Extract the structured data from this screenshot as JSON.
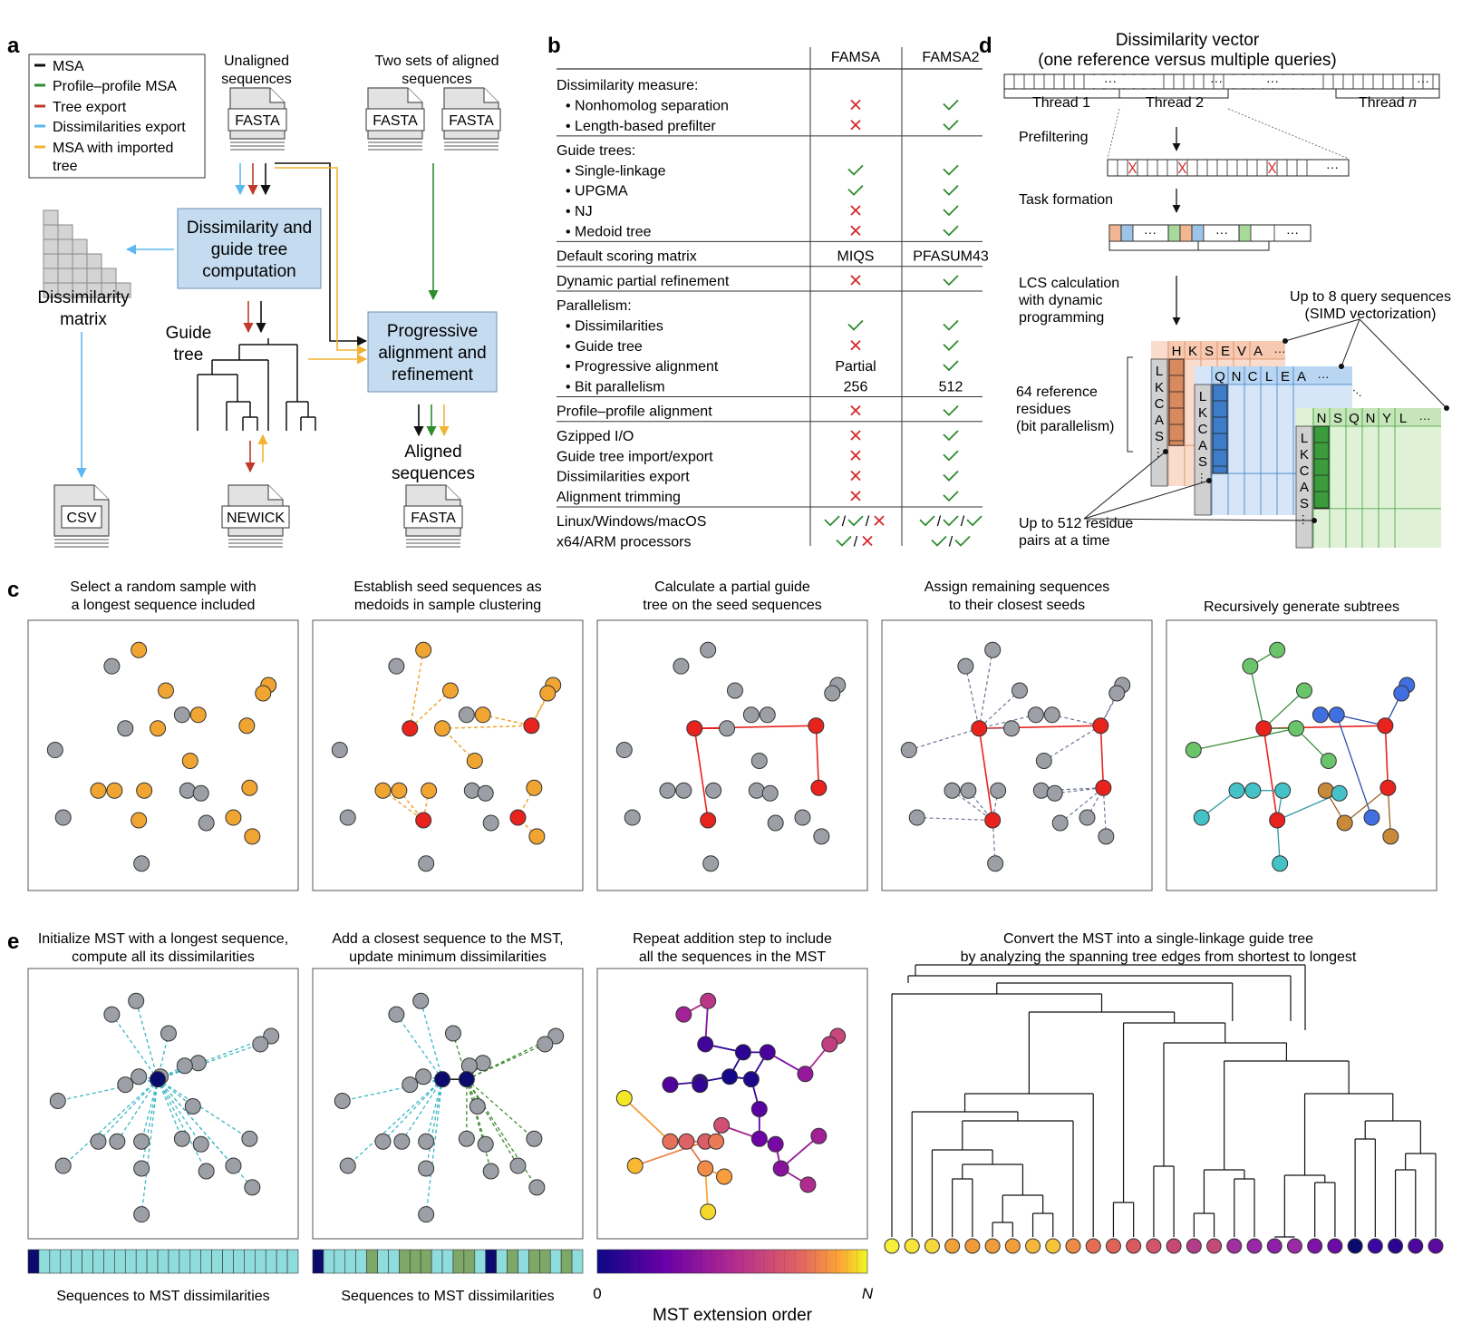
{
  "panel_letters": {
    "a": "a",
    "b": "b",
    "c": "c",
    "d": "d",
    "e": "e"
  },
  "colors": {
    "msa": "#111111",
    "profile": "#2e8b2e",
    "tree": "#c0392b",
    "dissim": "#5bb8f0",
    "imported": "#f2b233",
    "cross": "#d62728",
    "check": "#2e8b2e",
    "gray_node": "#9ca0a6",
    "orange_node": "#f0a532",
    "seed": "#e8231e",
    "teal": "#4fc3cf",
    "navy": "#0b0b6e",
    "box_blue": "#c5dcf0"
  },
  "panel_a": {
    "legend": [
      {
        "label": "MSA",
        "color": "msa"
      },
      {
        "label": "Profile–profile MSA",
        "color": "profile"
      },
      {
        "label": "Tree export",
        "color": "tree"
      },
      {
        "label": "Dissimilarities export",
        "color": "dissim"
      },
      {
        "label": "MSA with imported",
        "label2": "tree",
        "color": "imported"
      }
    ],
    "unaligned": [
      "Unaligned",
      "sequences"
    ],
    "two_sets": [
      "Two sets of aligned",
      "sequences"
    ],
    "fasta": "FASTA",
    "dissim_box": [
      "Dissimilarity and",
      "guide tree",
      "computation"
    ],
    "dissim_matrix": [
      "Dissimilarity",
      "matrix"
    ],
    "guide_tree": [
      "Guide",
      "tree"
    ],
    "progressive_box": [
      "Progressive",
      "alignment and",
      "refinement"
    ],
    "aligned": [
      "Aligned",
      "sequences"
    ],
    "csv": "CSV",
    "newick": "NEWICK"
  },
  "panel_b": {
    "columns": [
      "FAMSA",
      "FAMSA2"
    ],
    "groups": [
      {
        "rows": [
          {
            "label": "Dissimilarity measure:",
            "famsa": "",
            "famsa2": ""
          },
          {
            "label": "• Nonhomolog separation",
            "famsa": "x",
            "famsa2": "v"
          },
          {
            "label": "• Length-based prefilter",
            "famsa": "x",
            "famsa2": "v"
          }
        ]
      },
      {
        "rows": [
          {
            "label": "Guide trees:",
            "famsa": "",
            "famsa2": ""
          },
          {
            "label": "• Single-linkage",
            "famsa": "v",
            "famsa2": "v"
          },
          {
            "label": "• UPGMA",
            "famsa": "v",
            "famsa2": "v"
          },
          {
            "label": "• NJ",
            "famsa": "x",
            "famsa2": "v"
          },
          {
            "label": "• Medoid tree",
            "famsa": "x",
            "famsa2": "v"
          }
        ]
      },
      {
        "rows": [
          {
            "label": "Default scoring matrix",
            "famsa": "MIQS",
            "famsa2": "PFASUM43"
          }
        ]
      },
      {
        "rows": [
          {
            "label": "Dynamic partial refinement",
            "famsa": "x",
            "famsa2": "v"
          }
        ]
      },
      {
        "rows": [
          {
            "label": "Parallelism:",
            "famsa": "",
            "famsa2": ""
          },
          {
            "label": "• Dissimilarities",
            "famsa": "v",
            "famsa2": "v"
          },
          {
            "label": "• Guide tree",
            "famsa": "x",
            "famsa2": "v"
          },
          {
            "label": "• Progressive alignment",
            "famsa": "Partial",
            "famsa2": "v"
          },
          {
            "label": "• Bit parallelism",
            "famsa": "256",
            "famsa2": "512"
          }
        ]
      },
      {
        "rows": [
          {
            "label": "Profile–profile alignment",
            "famsa": "x",
            "famsa2": "v"
          }
        ]
      },
      {
        "rows": [
          {
            "label": "Gzipped I/O",
            "famsa": "x",
            "famsa2": "v"
          },
          {
            "label": "Guide tree import/export",
            "famsa": "x",
            "famsa2": "v"
          },
          {
            "label": "Dissimilarities export",
            "famsa": "x",
            "famsa2": "v"
          },
          {
            "label": "Alignment trimming",
            "famsa": "x",
            "famsa2": "v"
          }
        ]
      },
      {
        "rows": [
          {
            "label": "Linux/Windows/macOS",
            "famsa": "v/v/x",
            "famsa2": "v/v/v"
          },
          {
            "label": "x64/ARM processors",
            "famsa": "v/x",
            "famsa2": "v/v"
          }
        ]
      }
    ]
  },
  "panel_d": {
    "title": [
      "Dissimilarity vector",
      "(one reference versus multiple queries)"
    ],
    "ellipsis": "···",
    "threads": [
      "Thread 1",
      "Thread 2",
      "Thread ",
      "n"
    ],
    "steps": [
      "Prefiltering",
      "Task formation",
      "LCS calculation",
      "with dynamic",
      "programming"
    ],
    "query_note": [
      "Up to 8 query sequences",
      "(SIMD vectorization)"
    ],
    "ref_note": [
      "64 reference",
      "residues",
      "(bit parallelism)"
    ],
    "pairs_note": [
      "Up to 512 residue",
      "pairs at a time"
    ],
    "matrix_orange": [
      "H",
      "K",
      "S",
      "E",
      "V",
      "A"
    ],
    "matrix_blue": [
      "Q",
      "N",
      "C",
      "L",
      "E",
      "A"
    ],
    "matrix_green": [
      "N",
      "S",
      "Q",
      "N",
      "Y",
      "L"
    ],
    "ref_letters": [
      "L",
      "K",
      "C",
      "A",
      "S"
    ]
  },
  "panel_c": {
    "titles": [
      [
        "Select a random sample with",
        "a longest sequence included"
      ],
      [
        "Establish seed sequences as",
        "medoids in sample clustering"
      ],
      [
        "Calculate a partial guide",
        "tree on the seed sequences"
      ],
      [
        "Assign remaining sequences",
        "to their closest seeds"
      ],
      [
        "Recursively generate subtrees",
        ""
      ]
    ]
  },
  "panel_e": {
    "titles": [
      [
        "Initialize MST with a longest sequence,",
        "compute all its dissimilarities"
      ],
      [
        "Add a closest sequence to the MST,",
        "update minimum dissimilarities"
      ],
      [
        "Repeat addition step to include",
        "all the sequences in the MST"
      ],
      [
        "Convert the MST into a single-linkage guide tree",
        "by analyzing the spanning tree edges from shortest to longest"
      ]
    ],
    "bar_label": "Sequences to MST dissimilarities",
    "order_label": "MST extension order",
    "order_min": "0",
    "order_max": "N"
  }
}
